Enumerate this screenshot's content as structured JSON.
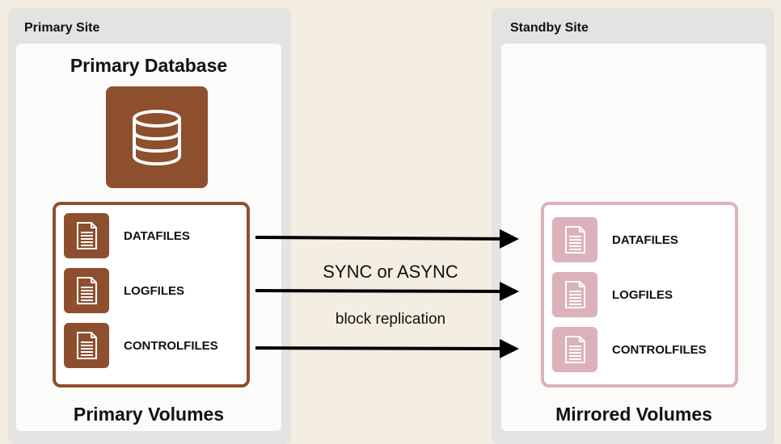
{
  "primary_site": {
    "title": "Primary Site",
    "database_title": "Primary Database",
    "volumes_title": "Primary Volumes",
    "files": [
      "DATAFILES",
      "LOGFILES",
      "CONTROLFILES"
    ]
  },
  "standby_site": {
    "title": "Standby Site",
    "volumes_title": "Mirrored Volumes",
    "files": [
      "DATAFILES",
      "LOGFILES",
      "CONTROLFILES"
    ]
  },
  "replication": {
    "mode": "SYNC or ASYNC",
    "type": "block replication"
  },
  "colors": {
    "page_background": "#f4ede1",
    "site_background": "#e4e3e1",
    "primary_accent": "#8e4f2e",
    "mirror_accent": "#dcb1ba"
  },
  "icons": {
    "database": "database-icon",
    "file": "document-icon"
  }
}
